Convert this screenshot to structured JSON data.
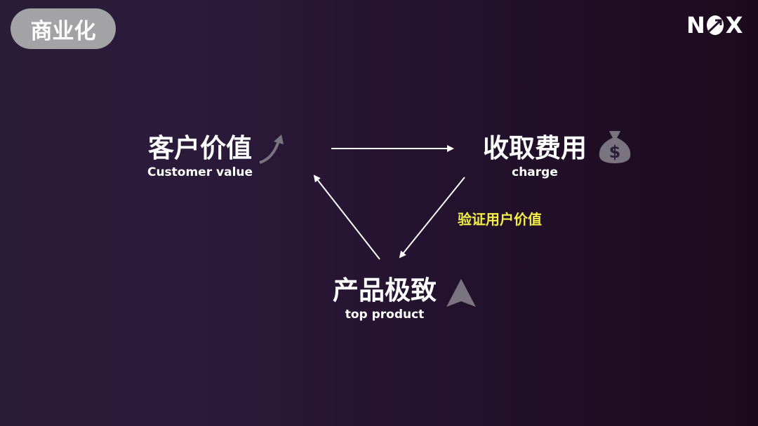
{
  "section_badge": "商业化",
  "logo": {
    "text_left": "N",
    "text_right": "X",
    "name": "NOX"
  },
  "nodes": {
    "customer_value": {
      "zh": "客户价值",
      "en": "Customer value",
      "icon": "trend-arrow-icon"
    },
    "charge": {
      "zh": "收取费用",
      "en": "charge",
      "icon": "money-bag-icon"
    },
    "top_product": {
      "zh": "产品极致",
      "en": "top product",
      "icon": "navigation-arrow-icon"
    }
  },
  "edge_label": "验证用户价值",
  "colors": {
    "highlight": "#f2ee45",
    "icon_gray": "#7a7380",
    "badge": "#a3a3a6"
  }
}
